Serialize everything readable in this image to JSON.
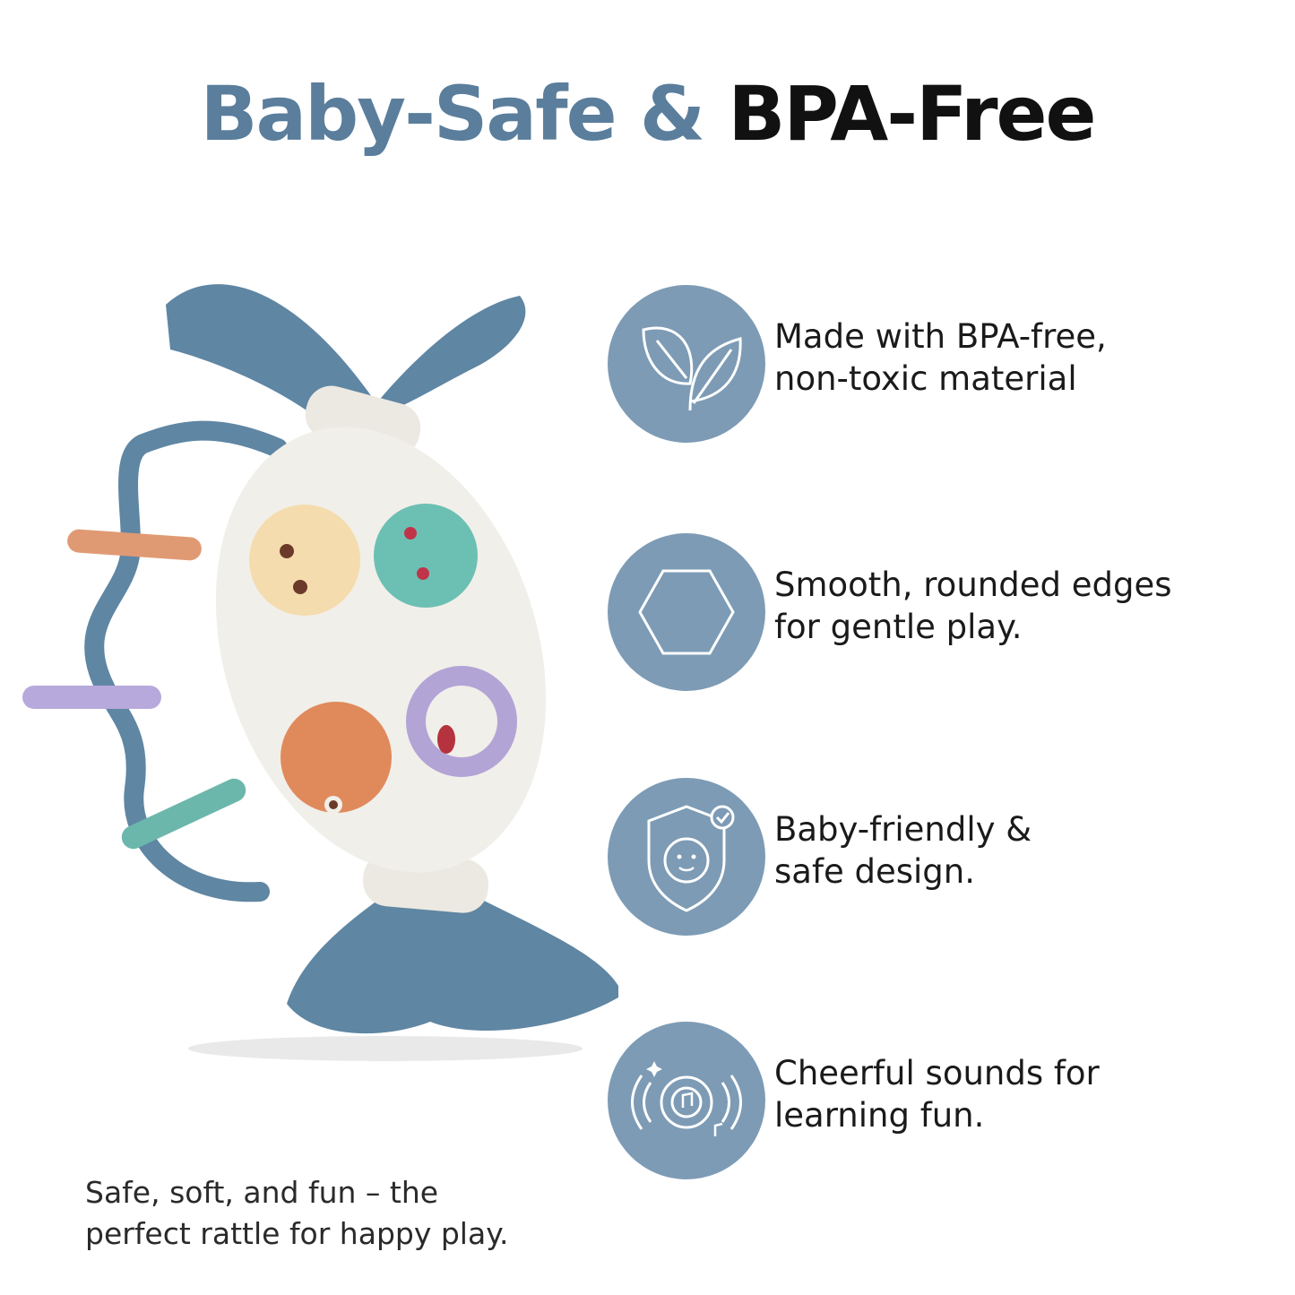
{
  "headline": {
    "part1": "Baby-Safe &",
    "part2": "BPA-Free"
  },
  "colors": {
    "accent_blue": "#5a7e9c",
    "circle_blue": "#7d9bb5",
    "toy_blue": "#5f86a3",
    "toy_white": "#f1efea"
  },
  "features": [
    {
      "icon": "leaf-icon",
      "line1": "Made with BPA-free,",
      "line2": "non-toxic material"
    },
    {
      "icon": "hexagon-icon",
      "line1": "Smooth, rounded edges",
      "line2": "for gentle play."
    },
    {
      "icon": "baby-shield-icon",
      "line1": "Baby-friendly &",
      "line2": "safe design."
    },
    {
      "icon": "music-sound-icon",
      "line1": "Cheerful sounds for",
      "line2": "learning fun."
    }
  ],
  "tagline": {
    "line1": "Safe, soft, and fun – the",
    "line2": "perfect rattle for happy play."
  }
}
